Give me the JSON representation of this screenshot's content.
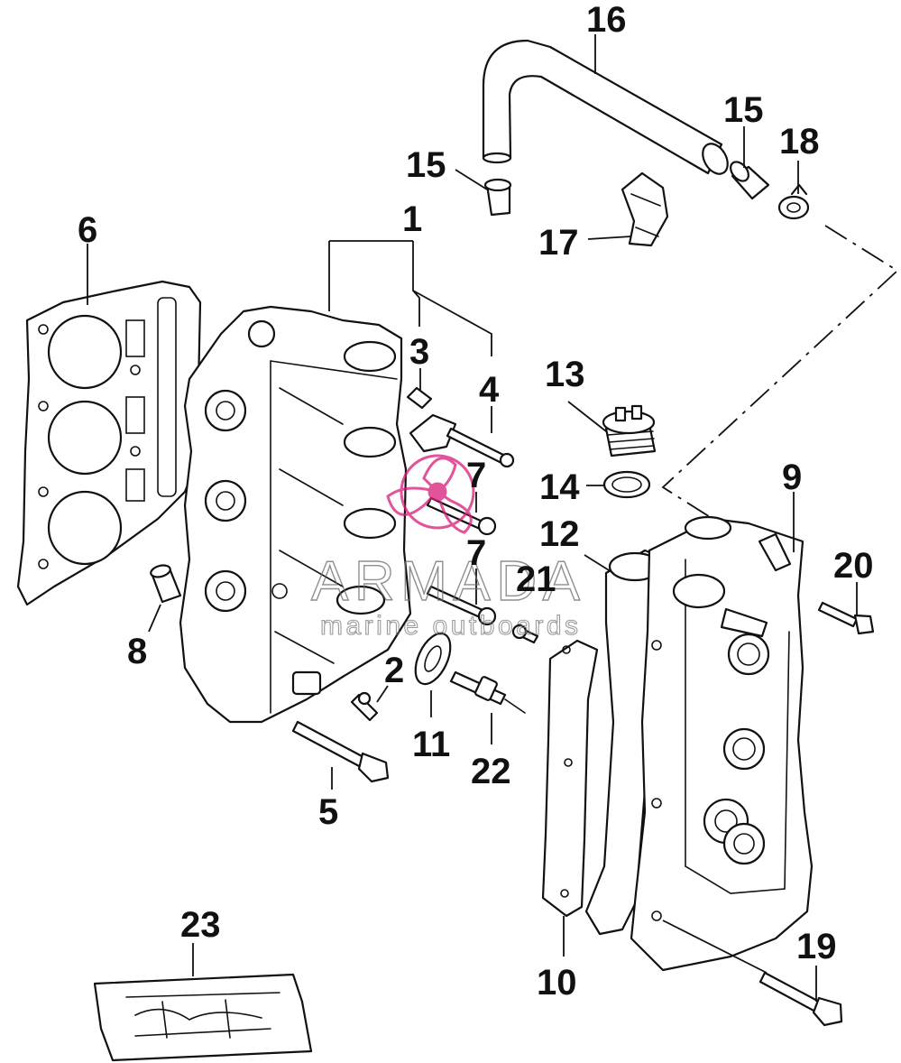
{
  "watermark": {
    "brand": "ARMADA",
    "tagline": "marine outboards",
    "logo_color": "#d81b78"
  },
  "callouts": [
    {
      "id": "c1",
      "label": "1"
    },
    {
      "id": "c2",
      "label": "2"
    },
    {
      "id": "c3",
      "label": "3"
    },
    {
      "id": "c4",
      "label": "4"
    },
    {
      "id": "c5",
      "label": "5"
    },
    {
      "id": "c6",
      "label": "6"
    },
    {
      "id": "c7a",
      "label": "7"
    },
    {
      "id": "c7b",
      "label": "7"
    },
    {
      "id": "c8",
      "label": "8"
    },
    {
      "id": "c9",
      "label": "9"
    },
    {
      "id": "c10",
      "label": "10"
    },
    {
      "id": "c11",
      "label": "11"
    },
    {
      "id": "c12",
      "label": "12"
    },
    {
      "id": "c13",
      "label": "13"
    },
    {
      "id": "c14",
      "label": "14"
    },
    {
      "id": "c15a",
      "label": "15"
    },
    {
      "id": "c15b",
      "label": "15"
    },
    {
      "id": "c16",
      "label": "16"
    },
    {
      "id": "c17",
      "label": "17"
    },
    {
      "id": "c18",
      "label": "18"
    },
    {
      "id": "c19",
      "label": "19"
    },
    {
      "id": "c20",
      "label": "20"
    },
    {
      "id": "c21",
      "label": "21"
    },
    {
      "id": "c22",
      "label": "22"
    },
    {
      "id": "c23",
      "label": "23"
    }
  ]
}
